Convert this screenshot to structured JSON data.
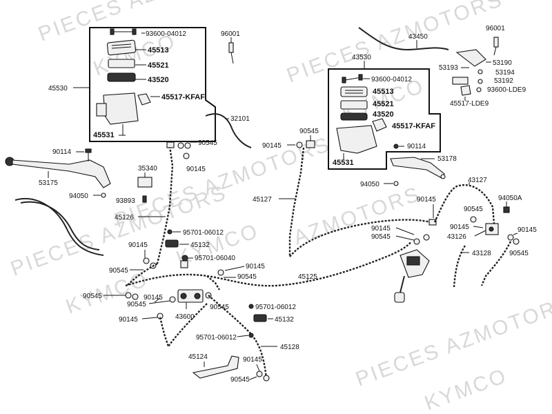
{
  "watermarks": [
    "PIECES AZMOTORS",
    "KYMCO",
    "PIECES AZMOTORS",
    "KYMCO",
    "PIECES AZMOTORS",
    "KYMCO",
    "AZMOTORS",
    "PIECES AZMOTORS",
    "KYMCO",
    "PIECES AZMOTORS",
    "KYMCO"
  ],
  "callouts": {
    "left_box": {
      "bolt": "93600-04012",
      "cap": "45513",
      "plate": "45521",
      "diaphragm": "43520",
      "clamp": "45517-KFAF",
      "body": "45531",
      "assembly": "45530"
    },
    "right_box": {
      "assembly": "43530",
      "bolt": "93600-04012",
      "cap": "45513",
      "plate": "45521",
      "diaphragm": "43520",
      "clamp": "45517-KFAF",
      "body": "45531"
    },
    "left_lever": {
      "screw": "90114",
      "lever": "53175",
      "nut": "94050"
    },
    "left_switch": {
      "switch": "35340",
      "screw": "93893",
      "item": "96001"
    },
    "right_switch": {
      "item": "96001",
      "cable": "43450",
      "s1": "53190",
      "s2": "53193",
      "s3": "53194",
      "s4": "53192",
      "s5": "93600-LDE9",
      "s6": "45517-LDE9"
    },
    "right_lever": {
      "screw": "90114",
      "lever": "53178",
      "nut": "94050"
    },
    "hoses": {
      "h32101": "32101",
      "h45126": "45126",
      "h45127": "45127",
      "h45125": "45125",
      "h45128": "45128",
      "h43127": "43127",
      "h43126": "43126",
      "h43128": "43128"
    },
    "fittings": {
      "f90545_a": "90545",
      "f90145_a": "90145",
      "f90545_b": "90545",
      "f90145_b": "90145",
      "c95701_a": "95701-06012",
      "c45132_a": "45132",
      "f90145_c": "90145",
      "c95701_b": "95701-06040",
      "f90545_c": "90545",
      "f90145_d": "90145",
      "f90545_d": "90545",
      "f90545_e": "90545",
      "f90145_e": "90145",
      "f90545_f": "90545",
      "f90545_g": "90545",
      "f90145_f": "90145",
      "valve": "43600",
      "c95701_c": "95701-06012",
      "c45132_b": "45132",
      "c95701_d": "95701-06012",
      "bracket": "45124",
      "f90145_g": "90145",
      "f90545_h": "90545",
      "f90145_h": "90145",
      "f90545_i": "90545",
      "f90145_i": "90145",
      "f90545_j": "90545",
      "f94050a": "94050A",
      "f90545_k": "90545",
      "f90145_j": "90145",
      "f90145_k": "90145",
      "f90545_l": "90545"
    }
  }
}
